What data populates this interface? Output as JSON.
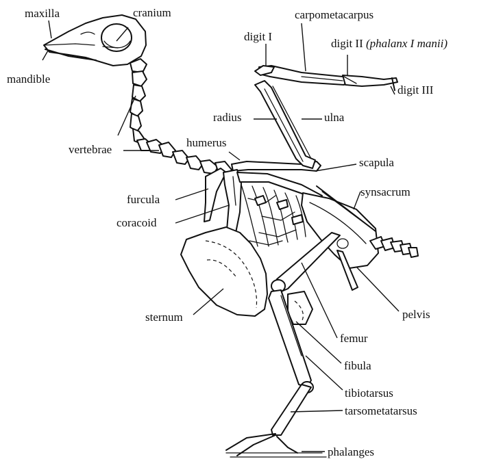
{
  "diagram": {
    "labels": {
      "maxilla": "maxilla",
      "cranium": "cranium",
      "mandible": "mandible",
      "carpometacarpus": "carpometacarpus",
      "digit_I": "digit I",
      "digit_II": "digit II",
      "digit_II_note": "(phalanx I manii)",
      "digit_III": "digit III",
      "radius": "radius",
      "ulna": "ulna",
      "vertebrae": "vertebrae",
      "humerus": "humerus",
      "scapula": "scapula",
      "synsacrum": "synsacrum",
      "furcula": "furcula",
      "coracoid": "coracoid",
      "sternum": "sternum",
      "pelvis": "pelvis",
      "femur": "femur",
      "fibula": "fibula",
      "tibiotarsus": "tibiotarsus",
      "tarsometatarsus": "tarsometatarsus",
      "phalanges": "phalanges"
    }
  }
}
